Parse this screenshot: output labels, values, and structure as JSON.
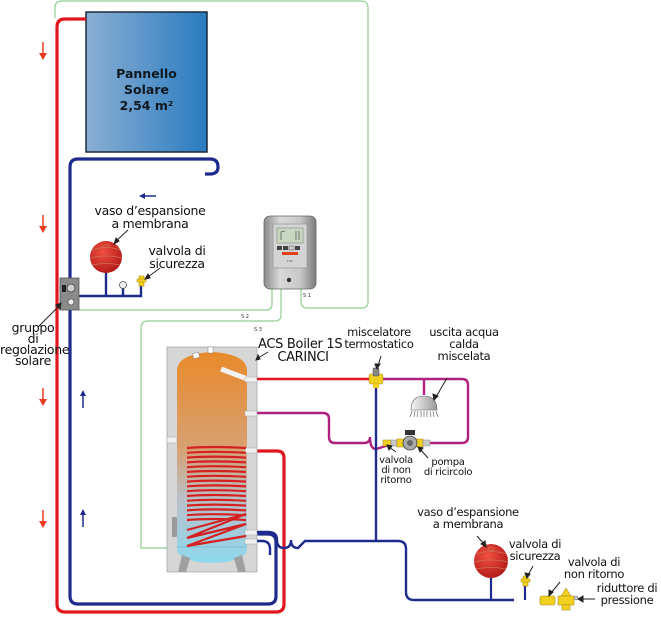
{
  "title": "Schema impianto solare termico con bollitore ACS",
  "colors": {
    "hot_pipe": "#e0161e",
    "cold_pipe": "#1e2a8c",
    "recirculation_pipe": "#b0207e",
    "sensor_wire": "#8fcf8f",
    "panel_gradient_left": "#8aaed3",
    "panel_gradient_right": "#2a7cc0",
    "tank_top": "#e88a2a",
    "tank_bottom": "#8fd8ee",
    "coil": "#d42020",
    "brass": "#f2d020",
    "flow_arrow_down": "#e83a1e",
    "flow_arrow_up": "#1e2a8c"
  },
  "solar_panel": {
    "line1": "Pannello",
    "line2": "Solare",
    "line3": "2,54 m²"
  },
  "labels": {
    "vaso_top": [
      "vaso d’espansione",
      "a membrana"
    ],
    "valvola_sicurezza_top": [
      "valvola di",
      "sicurezza"
    ],
    "gruppo": [
      "gruppo",
      "di",
      "regolazione",
      "solare"
    ],
    "boiler": [
      "ACS Boiler 1S",
      "CARINCI"
    ],
    "miscelatore": [
      "miscelatore",
      "termostatico"
    ],
    "uscita": [
      "uscita acqua",
      "calda",
      "miscelata"
    ],
    "valvola_non_ritorno_mid": [
      "valvola",
      "di non",
      "ritorno"
    ],
    "pompa": [
      "pompa",
      "di ricircolo"
    ],
    "vaso_bottom": [
      "vaso d’espansione",
      "a membrana"
    ],
    "valvola_sicurezza_bottom": [
      "valvola di",
      "sicurezza"
    ],
    "valvola_non_ritorno_bottom": [
      "valvola di",
      "non ritorno"
    ],
    "riduttore": [
      "riduttore di",
      "pressione"
    ]
  },
  "sensors": {
    "s1": "S 1",
    "s2": "S 2",
    "s3": "S 3"
  },
  "controller": {
    "model": "TDC"
  },
  "flow_arrows": {
    "hot_down_count": 4,
    "cold_up_count": 2,
    "cold_left_count": 1
  }
}
